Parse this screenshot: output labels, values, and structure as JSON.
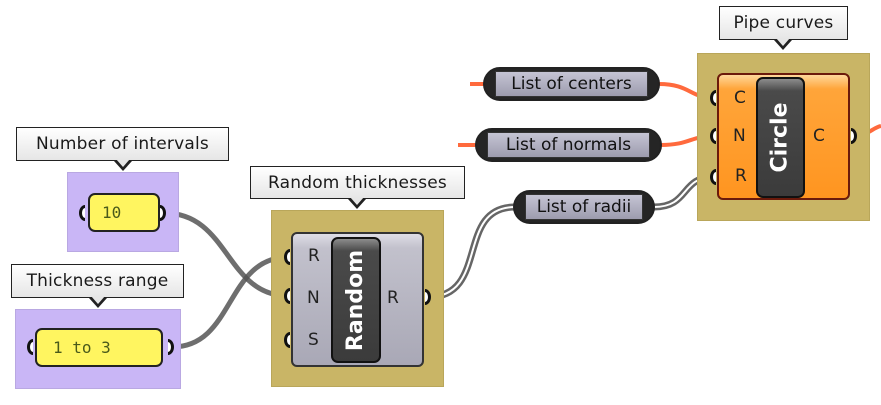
{
  "canvas": {
    "colors": {
      "wire_gray": "#555555",
      "wire_orange": "#ff6a3d",
      "group_purple": "#c9b6f6",
      "group_gold": "#c9b566",
      "slider_yellow": "#fff560",
      "component_gray": "#b5b4c0",
      "component_orange": "#ff9a28"
    }
  },
  "groups": {
    "intervals": {
      "callout": "Number of intervals",
      "slider_value": "10"
    },
    "range": {
      "callout": "Thickness range",
      "slider_value": "1 to 3"
    },
    "random": {
      "callout": "Random thicknesses",
      "component_name": "Random",
      "inputs": [
        "R",
        "N",
        "S"
      ],
      "outputs": [
        "R"
      ]
    },
    "pipe": {
      "callout": "Pipe curves",
      "component_name": "Circle",
      "inputs": [
        "C",
        "N",
        "R"
      ],
      "outputs": [
        "C"
      ]
    }
  },
  "relays": {
    "centers": "List of centers",
    "normals": "List of normals",
    "radii": "List of radii"
  },
  "icons": {
    "grip": "param-grip-icon"
  }
}
